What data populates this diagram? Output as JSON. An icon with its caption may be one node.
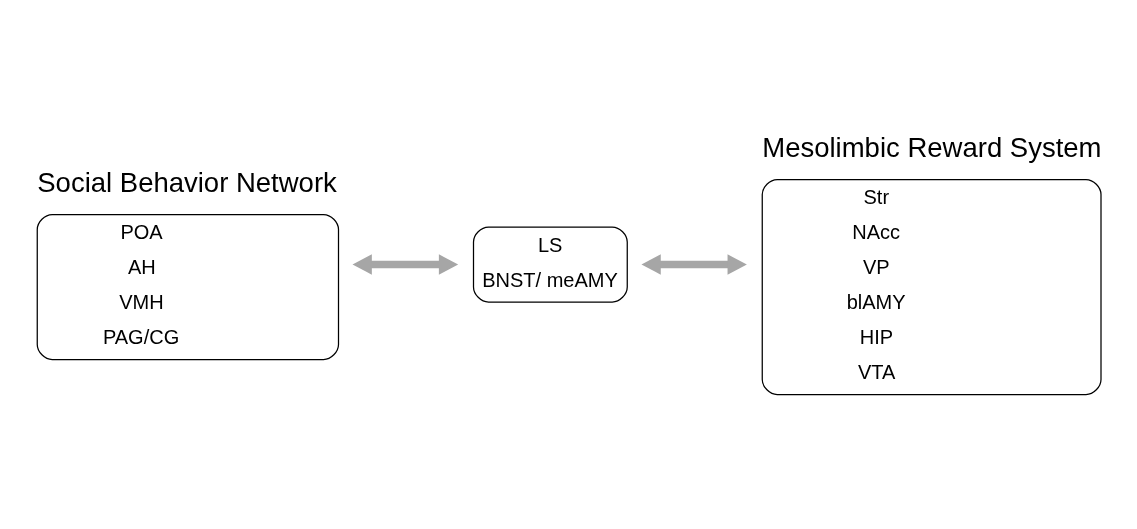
{
  "diagram": {
    "nodes": [
      {
        "text": [
          "Social Behavior Network",
          "POA",
          "AH",
          "VMH",
          "PAG/CG"
        ]
      },
      {
        "text": [
          "LS",
          "BNST/ meAMY"
        ]
      },
      {
        "text": [
          "Mesolimbic Reward System",
          "Str",
          "NAcc",
          "VP",
          "blAMY",
          "HIP",
          "VTA"
        ]
      }
    ],
    "edges": [
      {
        "from": 0,
        "to": 1,
        "arrow": "both"
      },
      {
        "from": 1,
        "to": 2,
        "arrow": "both"
      }
    ]
  }
}
